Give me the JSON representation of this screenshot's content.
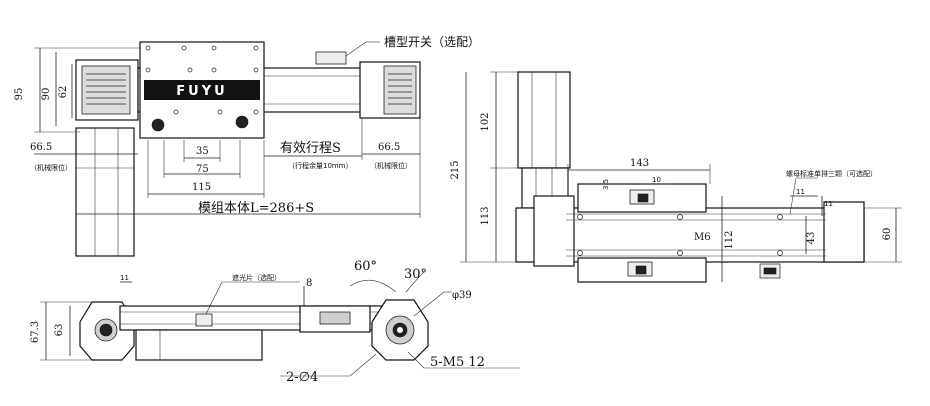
{
  "labels": {
    "slot_switch": "槽型开关（选配）",
    "dim_95": "95",
    "dim_90": "90",
    "dim_62": "62",
    "dim_66_5_left": "66.5",
    "mech_limit_left": "（机械限位）",
    "dim_35": "35",
    "dim_75": "75",
    "dim_115": "115",
    "stroke": "有效行程S",
    "stroke_note": "（行程余量10mm）",
    "dim_66_5_right": "66.5",
    "mech_limit_right": "（机械限位）",
    "body_length": "模组本体L=286+S",
    "dim_102": "102",
    "dim_215": "215",
    "dim_113": "113",
    "dim_143": "143",
    "dim_3_5": "3.5",
    "dim_10": "10",
    "nut_note": "螺母标准单排三颗（可选配）",
    "dim_11_a": "11",
    "dim_11_b": "11",
    "m6": "M6",
    "dim_112": "112",
    "dim_43": "43",
    "dim_60": "60",
    "dim_11_side": "11",
    "shield_note": "遮光片（选配）",
    "dim_8": "8",
    "angle_60": "60°",
    "angle_30": "30°",
    "dia_39": "φ39",
    "dim_67_3": "67.3",
    "dim_63": "63",
    "holes_2": "2-∅4",
    "holes_5": "5-M5 12"
  },
  "logo_text": "FUYU"
}
